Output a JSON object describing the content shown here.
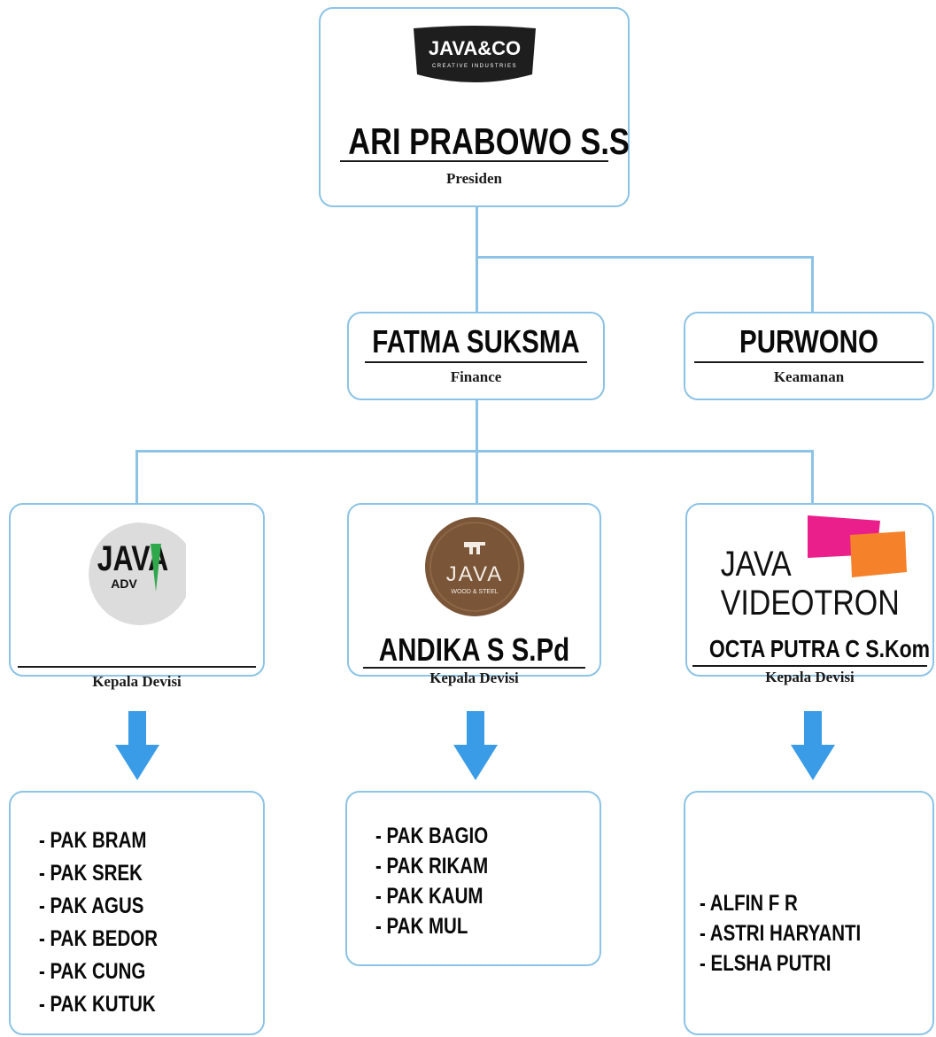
{
  "top": {
    "logo_text": "JAVA&CO",
    "logo_subtext": "CREATIVE INDUSTRIES",
    "name": "ARI PRABOWO S.S",
    "role": "Presiden"
  },
  "finance": {
    "name": "FATMA SUKSMA",
    "role": "Finance"
  },
  "security": {
    "name": "PURWONO",
    "role": "Keamanan"
  },
  "divisions": [
    {
      "logo_text": "JAVA",
      "logo_subtext": "ADV",
      "name": "",
      "role": "Kepala Devisi",
      "members": [
        "- PAK BRAM",
        "- PAK SREK",
        "- PAK AGUS",
        "- PAK BEDOR",
        "- PAK CUNG",
        "- PAK KUTUK"
      ]
    },
    {
      "logo_text": "JAVA",
      "logo_subtext": "WOOD & STEEL",
      "name": "ANDIKA S S.Pd",
      "role": "Kepala Devisi",
      "members": [
        "- PAK BAGIO",
        "- PAK RIKAM",
        "- PAK KAUM",
        "- PAK MUL"
      ]
    },
    {
      "logo_text": "JAVA",
      "logo_subtext": "VIDEOTRON",
      "name": "OCTA PUTRA C S.Kom",
      "role": "Kepala Devisi",
      "members": [
        "- ALFIN F R",
        "- ASTRI HARYANTI",
        "- ELSHA PUTRI"
      ]
    }
  ],
  "colors": {
    "border": "#8cc3e6",
    "arrow": "#3a9be6",
    "text": "#0a0a0a",
    "logo_dark": "#1e1e1e",
    "wood": "#7a5537",
    "adv_green": "#2ea84a",
    "videotron_pink": "#ea1f8c",
    "videotron_orange": "#f5822a"
  }
}
